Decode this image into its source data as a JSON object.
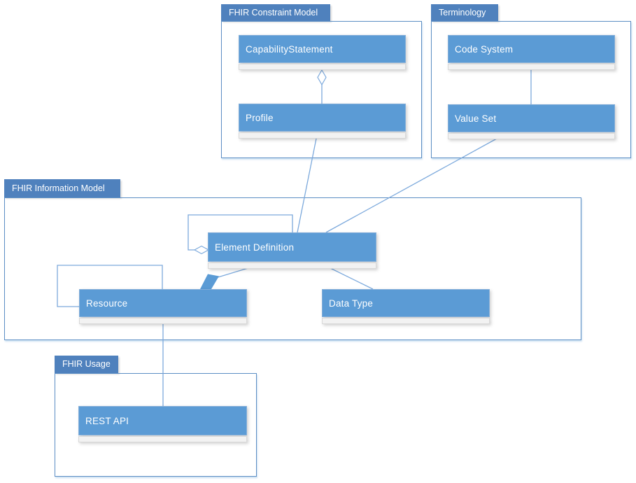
{
  "packages": {
    "constraint": {
      "label": "FHIR Constraint Model"
    },
    "terminology": {
      "label": "Terminology"
    },
    "information": {
      "label": "FHIR Information Model"
    },
    "usage": {
      "label": "FHIR Usage"
    }
  },
  "classes": {
    "capability_statement": {
      "label": "CapabilityStatement"
    },
    "profile": {
      "label": "Profile"
    },
    "code_system": {
      "label": "Code System"
    },
    "value_set": {
      "label": "Value Set"
    },
    "element_definition": {
      "label": "Element Definition"
    },
    "resource": {
      "label": "Resource"
    },
    "data_type": {
      "label": "Data Type"
    },
    "rest_api": {
      "label": "REST API"
    }
  },
  "relationships": [
    {
      "from": "CapabilityStatement",
      "to": "Profile",
      "type": "aggregation-open-diamond"
    },
    {
      "from": "Code System",
      "to": "Value Set",
      "type": "association"
    },
    {
      "from": "Profile",
      "to": "Element Definition",
      "type": "association"
    },
    {
      "from": "Value Set",
      "to": "Element Definition",
      "type": "association"
    },
    {
      "from": "Element Definition",
      "to": "Element Definition",
      "type": "self-aggregation-open-diamond"
    },
    {
      "from": "Resource",
      "to": "Resource",
      "type": "self-association"
    },
    {
      "from": "Element Definition",
      "to": "Resource",
      "type": "composition-filled-diamond"
    },
    {
      "from": "Element Definition",
      "to": "Data Type",
      "type": "association"
    },
    {
      "from": "Resource",
      "to": "REST API",
      "type": "association"
    }
  ],
  "colors": {
    "class_fill": "#5B9BD5",
    "tab_fill": "#4F81BD",
    "package_border": "#5C8EC4",
    "connector_line": "#7CA9DC",
    "compartment_fill": "#F2F2F2",
    "compartment_border": "#D9D9D9",
    "label_text": "#FFFFFF"
  }
}
